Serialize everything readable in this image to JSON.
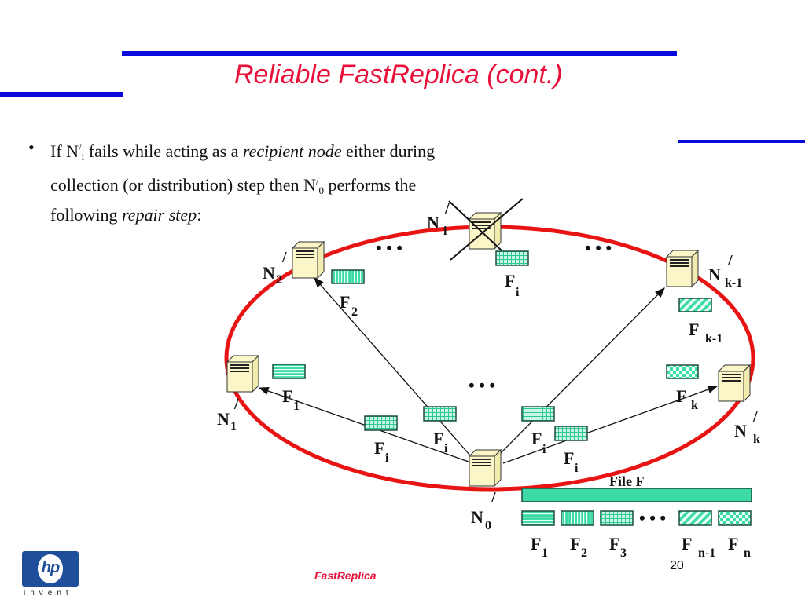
{
  "slide": {
    "title": "Reliable FastReplica (cont.)",
    "bullet": {
      "marker": "•",
      "line1_pre": "If  N",
      "line1_sup": "/",
      "line1_sub": "i",
      "line1_mid": " fails  while acting as a ",
      "line1_em": "recipient node",
      "line1_post": " either during",
      "line2_pre": "collection (or distribution)  step then N",
      "line2_sup": "/",
      "line2_sub": "0",
      "line2_post": "  performs the",
      "line3_pre": "following ",
      "line3_em": "repair step",
      "line3_post": ":"
    },
    "footer": "FastReplica",
    "page_number": "20",
    "logo": {
      "mark": "hp",
      "tagline": "invent"
    }
  },
  "colors": {
    "accent_bar": "#0a0adc",
    "title": "#e8103a",
    "ring": "#e81414",
    "server_face": "#fbf6c8",
    "file_fill": "#3ddaa8",
    "chunk_fill": "#c9f5e5"
  },
  "diagram": {
    "nodes": [
      {
        "id": "n0",
        "label": "N",
        "prime": "/",
        "sub": "0",
        "role": "origin"
      },
      {
        "id": "n1",
        "label": "N",
        "prime": "/",
        "sub": "1"
      },
      {
        "id": "n2",
        "label": "N",
        "prime": "/",
        "sub": "2"
      },
      {
        "id": "ni",
        "label": "N",
        "prime": "/",
        "sub": "i",
        "failed": true
      },
      {
        "id": "nk1",
        "label": "N",
        "prime": "/",
        "sub": "k-1"
      },
      {
        "id": "nk",
        "label": "N",
        "prime": "/",
        "sub": "k"
      }
    ],
    "chunk_labels": [
      {
        "id": "f1",
        "label": "F",
        "sub": "1",
        "pattern": "horizontal"
      },
      {
        "id": "f2",
        "label": "F",
        "sub": "2",
        "pattern": "vertical"
      },
      {
        "id": "fi_top",
        "label": "F",
        "sub": "i",
        "pattern": "grid"
      },
      {
        "id": "fk1",
        "label": "F",
        "sub": "k-1",
        "pattern": "diagonal"
      },
      {
        "id": "fk",
        "label": "F",
        "sub": "k",
        "pattern": "checker"
      }
    ],
    "repair_labels": [
      "F",
      "F",
      "F",
      "F"
    ],
    "repair_sub": "i",
    "ellipsis": "• • •",
    "file": {
      "title": "File F",
      "parts": [
        {
          "label": "F",
          "sub": "1",
          "pattern": "horizontal"
        },
        {
          "label": "F",
          "sub": "2",
          "pattern": "vertical"
        },
        {
          "label": "F",
          "sub": "3",
          "pattern": "grid"
        },
        {
          "label": "F",
          "sub": "n-1",
          "pattern": "diagonal"
        },
        {
          "label": "F",
          "sub": "n",
          "pattern": "checker"
        }
      ]
    }
  }
}
